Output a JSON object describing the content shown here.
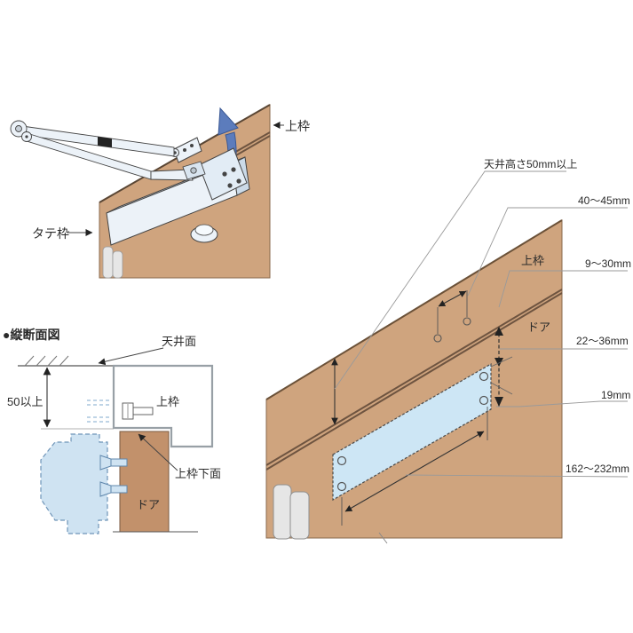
{
  "colors": {
    "wood": "#CFA47E",
    "wood_edge": "#8A6A4C",
    "groove": "#6E5440",
    "red": "#E8474D",
    "plate_blue": "#CDE6F5",
    "phantom_blue": "#CFE3F2",
    "closer_fill": "#ECF2F8",
    "ribbon_blue": "#5C7CBC",
    "door_section": "#C2916B",
    "frame_gray": "#98A0A6",
    "hinge_gray": "#E6E6E6"
  },
  "top_left_view": {
    "top_frame": "上枠",
    "vertical_frame": "タテ枠"
  },
  "section_view": {
    "title": "●縦断面図",
    "ceiling": "天井面",
    "min_height": "50以上",
    "top_frame": "上枠",
    "top_frame_bottom": "上枠下面",
    "door": "ドア"
  },
  "perspective_view": {
    "top_frame": "上枠",
    "door": "ドア",
    "ceiling_height": "天井高さ50mm以上",
    "hole_pitch": "40〜45mm",
    "frame_clearance": "9〜30mm",
    "plate_clearance": "22〜36mm",
    "hole_gap": "19mm",
    "plate_length": "162〜232mm"
  }
}
